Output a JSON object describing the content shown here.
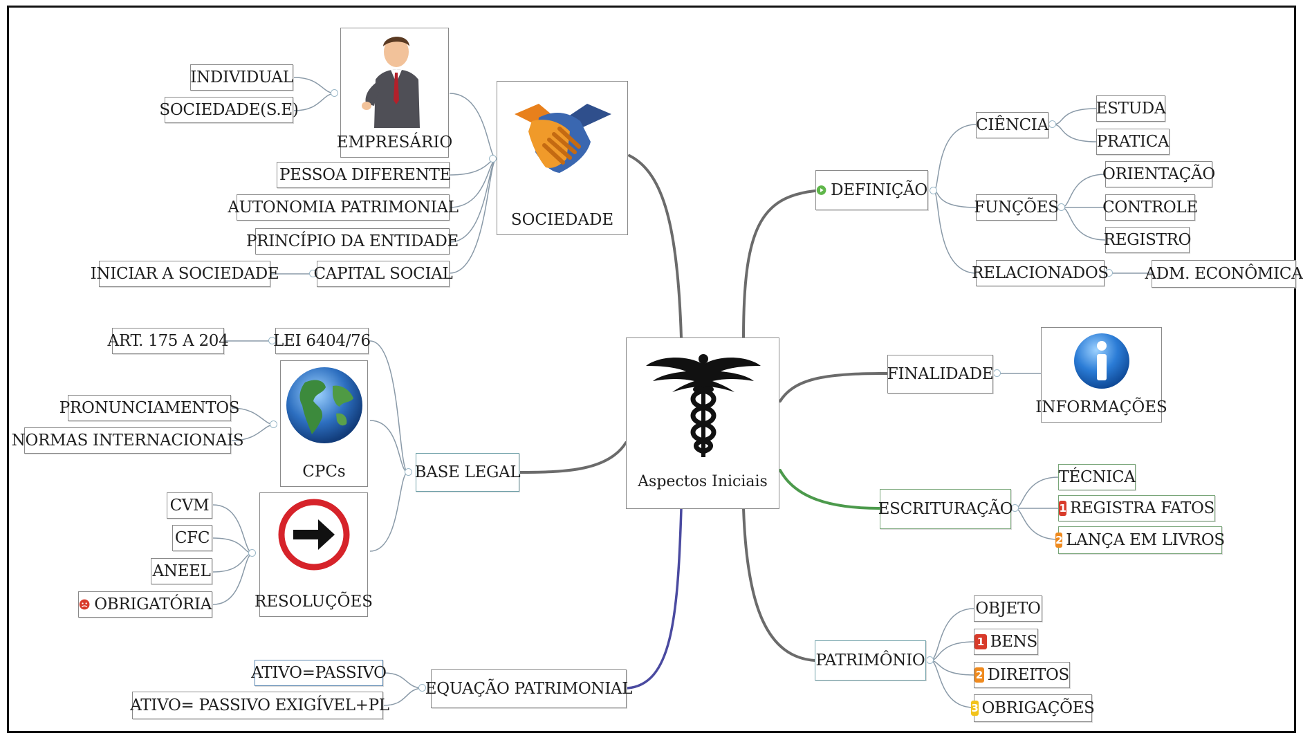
{
  "center": {
    "label": "Aspectos Iniciais",
    "icon": "caduceus-icon"
  },
  "sociedade": {
    "label": "SOCIEDADE",
    "icon": "handshake-icon",
    "empresario": {
      "label": "EMPRESÁRIO",
      "icon": "businessman-icon",
      "children": [
        "INDIVIDUAL",
        "SOCIEDADE(S.E)"
      ]
    },
    "pessoa_diferente": {
      "label": "PESSOA DIFERENTE",
      "icon": "person-icon"
    },
    "autonomia": "AUTONOMIA PATRIMONIAL",
    "principio": "PRINCÍPIO DA ENTIDADE",
    "capital_social": {
      "label": "CAPITAL SOCIAL",
      "child": "INICIAR A SOCIEDADE"
    }
  },
  "base_legal": {
    "label": "BASE LEGAL",
    "lei": {
      "label": "LEI 6404/76",
      "child": "ART. 175 A 204"
    },
    "cpcs": {
      "label": "CPCs",
      "icon": "globe-icon",
      "children": [
        "PRONUNCIAMENTOS",
        "NORMAS INTERNACIONAIS"
      ]
    },
    "resolucoes": {
      "label": "RESOLUÇÕES",
      "icon": "arrow-sign-icon",
      "children": [
        "CVM",
        "CFC",
        "ANEEL",
        "OBRIGATÓRIA"
      ]
    }
  },
  "equacao": {
    "label": "EQUAÇÃO PATRIMONIAL",
    "children": [
      "ATIVO=PASSIVO",
      "ATIVO= PASSIVO EXIGÍVEL+PL"
    ]
  },
  "definicao": {
    "label": "DEFINIÇÃO",
    "ciencia": {
      "label": "CIÊNCIA",
      "children": [
        "ESTUDA",
        "PRATICA"
      ]
    },
    "funcoes": {
      "label": "FUNÇÕES",
      "children": [
        "ORIENTAÇÃO",
        "CONTROLE",
        "REGISTRO"
      ]
    },
    "relacionados": {
      "label": "RELACIONADOS",
      "child": "ADM. ECONÔMICA"
    }
  },
  "finalidade": {
    "label": "FINALIDADE",
    "child": "INFORMAÇÕES",
    "icon": "info-icon"
  },
  "escrituracao": {
    "label": "ESCRITURAÇÃO",
    "children": [
      "TÉCNICA",
      "REGISTRA FATOS",
      "LANÇA EM LIVROS"
    ],
    "badges": [
      "1",
      "2"
    ]
  },
  "patrimonio": {
    "label": "PATRIMÔNIO",
    "children": [
      "OBJETO",
      "BENS",
      "DIREITOS",
      "OBRIGAÇÕES"
    ],
    "badges": [
      "1",
      "2",
      "3"
    ]
  },
  "colors": {
    "line_gray": "#6b6b6b",
    "line_green": "#4c9a4c",
    "line_blue": "#4a4aa0",
    "line_thin": "#8a9aa8"
  }
}
